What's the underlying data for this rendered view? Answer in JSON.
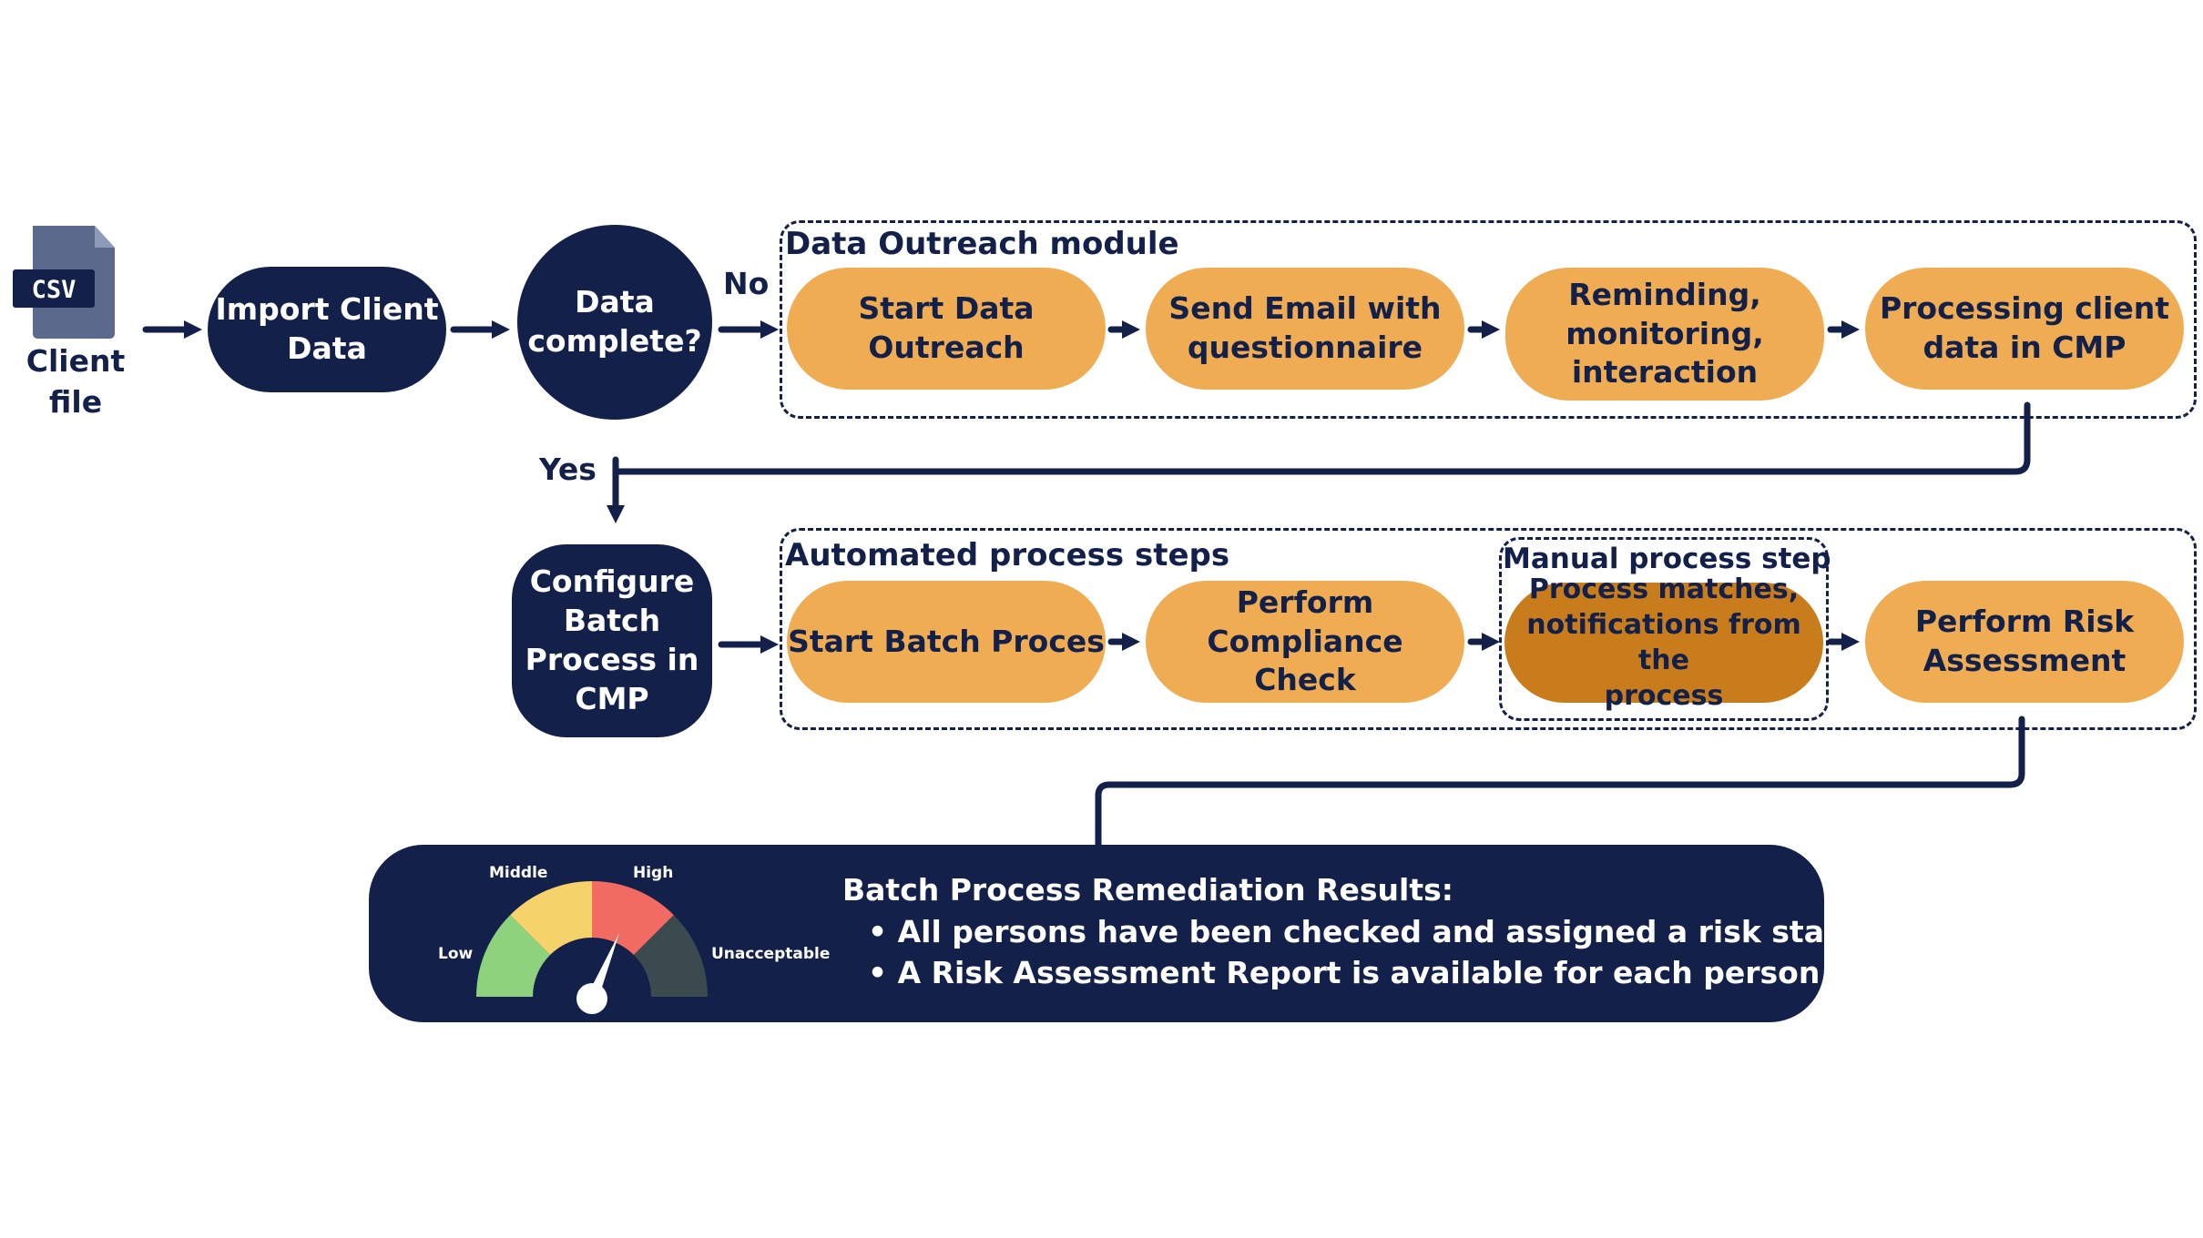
{
  "client_file": {
    "badge": "CSV",
    "label_line1": "Client",
    "label_line2": "file"
  },
  "import_node": {
    "line1": "Import Client",
    "line2": "Data"
  },
  "decision": {
    "line1": "Data",
    "line2": "complete?",
    "no_label": "No",
    "yes_label": "Yes"
  },
  "outreach_group": {
    "title": "Data Outreach module",
    "steps": [
      {
        "lines": [
          "Start Data Outreach"
        ]
      },
      {
        "lines": [
          "Send Email with",
          "questionnaire"
        ]
      },
      {
        "lines": [
          "Reminding,",
          "monitoring,",
          "interaction"
        ]
      },
      {
        "lines": [
          "Processing client",
          "data in CMP"
        ]
      }
    ]
  },
  "configure_node": {
    "lines": [
      "Configure",
      "Batch",
      "Process in",
      "CMP"
    ]
  },
  "automated_group": {
    "title": "Automated process steps",
    "steps": [
      {
        "lines": [
          "Start Batch Proces"
        ]
      },
      {
        "lines": [
          "Perform Compliance",
          "Check"
        ]
      },
      {
        "lines": [
          "Perform Risk",
          "Assessment"
        ]
      }
    ]
  },
  "manual_group": {
    "title": "Manual process step",
    "step": {
      "lines": [
        "Process matches,",
        "notifications from the",
        "process"
      ]
    }
  },
  "results": {
    "title": "Batch Process Remediation Results:",
    "items": [
      "All persons have been checked and assigned a risk status",
      "A Risk Assessment Report is available for each person"
    ],
    "gauge": {
      "labels": {
        "low": "Low",
        "middle": "Middle",
        "high": "High",
        "unacceptable": "Unacceptable"
      },
      "colors": {
        "low": "#8ed27d",
        "middle": "#f6d26b",
        "high": "#f26b63",
        "unacceptable": "#3b4a4f"
      }
    }
  },
  "colors": {
    "navy": "#13214a",
    "orange": "#f0ac52",
    "dark_orange": "#c97c1c",
    "file_icon": "#5b6a8c"
  }
}
